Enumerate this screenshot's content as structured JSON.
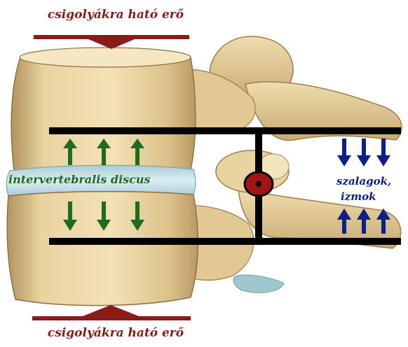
{
  "labels": {
    "force_top": "csigolyákra ható erő",
    "force_bottom": "csigolyákra ható erő",
    "disc": "intervertebralis discus",
    "ligaments_line1": "szalagok,",
    "ligaments_line2": "izmok"
  },
  "colors": {
    "force": "#8b1a1a",
    "disc_arrows": "#1f6b1f",
    "disc_text": "#1f6b1f",
    "ligament_arrows": "#0c1f8a",
    "ligament_text": "#0c1f8a",
    "lever": "#000000",
    "pivot": "#a31414",
    "bone_light": "#f1ddad",
    "bone_mid": "#d8bd84",
    "bone_dark": "#a98a55",
    "disc": "#bcd8e2"
  }
}
